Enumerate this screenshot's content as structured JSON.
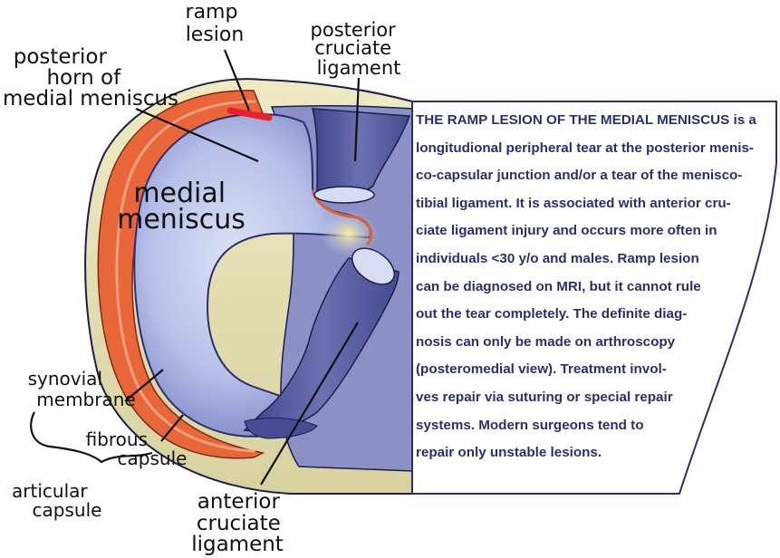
{
  "labels": {
    "ramp_lesion": [
      "ramp",
      "lesion"
    ],
    "posterior_horn": [
      "posterior",
      "horn of",
      "medial meniscus"
    ],
    "pcl": [
      "posterior",
      "cruciate",
      "ligament"
    ],
    "medial_meniscus": [
      "medial",
      "meniscus"
    ],
    "synovial_membrane": [
      "synovial",
      "membrane"
    ],
    "fibrous_capsule": [
      "fibrous",
      "capsule"
    ],
    "articular_capsule": [
      "articular",
      "capsule"
    ],
    "acl": [
      "anterior",
      "cruciate",
      "ligament"
    ]
  },
  "description": {
    "title": "THE RAMP LESION OF THE MEDIAL MENISCUS",
    "lines": [
      " is a",
      "longitudional peripheral tear at the posterior menis-",
      "co-capsular junction and/or a tear of the menisco-",
      "tibial ligament. It is associated with anterior cru-",
      "ciate ligament injury and occurs more often in",
      "individuals <30 y/o and males. Ramp lesion",
      "can be diagnosed on MRI, but it cannot rule",
      "out the tear completely. The definite diag-",
      "nosis can only be made on arthroscopy",
      "(posteromedial view). Treatment invol-",
      "ves repair via suturing or special repair",
      "systems. Modern surgeons tend to",
      "repair only unstable lesions."
    ]
  },
  "colors": {
    "meniscus": "#b9c2ea",
    "capsule_outer": "#e8e3b8",
    "ligament": "#5a5f9e",
    "fibrous_capsule": "#e0622e",
    "ramp_lesion_mark": "#e8202a",
    "text": "#2b2f6e",
    "notch_glow": "#f4e68a"
  }
}
